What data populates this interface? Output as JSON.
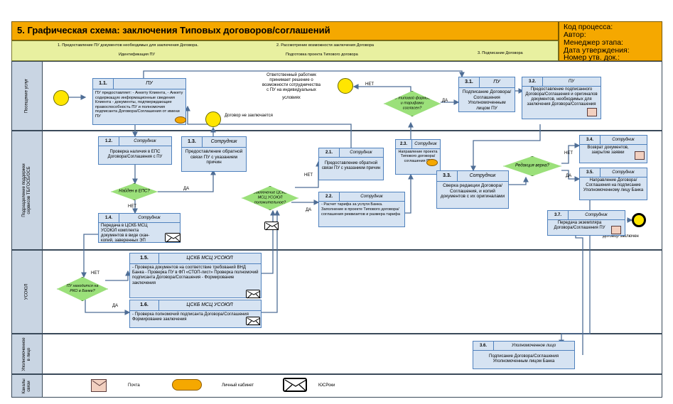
{
  "header": {
    "title": "5. Графическая схема: заключения Типовых договоров/соглашений",
    "meta": [
      "Код процесса:",
      "Автор:",
      "Менеджер этапа:",
      "Дата утверждения:",
      "Номер утв. док.:"
    ]
  },
  "phases": {
    "p1": "1. Предоставление ПУ документов необходимых для заключения Договора.",
    "p2": "2. Рассмотрение возможности заключения Договора",
    "p3": "3. Подписание Договора",
    "sub1": "Идентификация ПУ",
    "sub2": "Подготовка проекта Типового договора"
  },
  "lanes": {
    "l1": "Посещение услуг",
    "l2a": "Подразделение поддержки",
    "l2b": "сервисов ТБ/ГОСБ/ОСБ",
    "l3": "УСОЮЛ",
    "l4a": "Уполномоченное",
    "l4b": "в лицо",
    "l5a": "Каналы",
    "l5b": "связи"
  },
  "boxes": {
    "b11": {
      "num": "1.1.",
      "role": "ПУ",
      "text": "ПУ предоставляет: - Анкету Клиента, - Анкету содержащую информационные сведения Клиента - документы, подтверждающие правоспособность ПУ и полномочия подписанта Договора/Соглашения от имени ПУ"
    },
    "b12": {
      "num": "1.2.",
      "role": "Сотрудник",
      "text": "Проверка наличия в ЕПС Договора/Соглашения с ПУ"
    },
    "b13": {
      "num": "1.3.",
      "role": "Сотрудник",
      "text": "Предоставление обратной связи ПУ с указанием причин"
    },
    "b14": {
      "num": "1.4.",
      "role": "Сотрудник",
      "text": "Передача в ЦСКБ МСЦ УСОЮЛ комплекта документов в виде скан-копий, заверенных ЭП"
    },
    "b15": {
      "num": "1.5.",
      "role": "ЦСКБ МСЦ УСОЮЛ",
      "text": "- Проверка документов на соответствие требований ВНД Банка - Проверка ПУ в ФП «СТОП-лист» Проверка полномочий подписанта Договора/Соглашения - Формирование заключения"
    },
    "b16": {
      "num": "1.6.",
      "role": "ЦСКБ МСЦ УСОЮЛ",
      "text": "- Проверка полномочий подписанта Договора/Соглашения Формирование заключения"
    },
    "b21": {
      "num": "2.1.",
      "role": "Сотрудник",
      "text": "Предоставление обратной связи ПУ с указанием причин"
    },
    "b22": {
      "num": "2.2.",
      "role": "Сотрудник",
      "text": "- Расчет тарифа за услуги Банка. Заполнение в проекте Типового договора/соглашения реквизитов и размера тарифа"
    },
    "b23": {
      "num": "2.3.",
      "role": "Сотрудник",
      "text": "Направление проекта Типового договора/ соглашения ПУ"
    },
    "b31": {
      "num": "3.1.",
      "role": "ПУ",
      "text": "Подписание Договора/Соглашения Уполномоченным лицом ПУ"
    },
    "b32": {
      "num": "3.2.",
      "role": "ПУ",
      "text": "Предоставление подписанного Договора/Соглашения и оригиналов документов, необходимых для заключения Договора/Соглашения"
    },
    "b33": {
      "num": "3.3.",
      "role": "Сотрудник",
      "text": "Сверка редакции Договора/ Соглашения, и копий документов с их оригиналами"
    },
    "b34": {
      "num": "3.4.",
      "role": "Сотрудник",
      "text": "Возврат документов, закрытие заявки"
    },
    "b35": {
      "num": "3.5.",
      "role": "Сотрудник",
      "text": "Направление Договора/ Соглашения на подписание Уполномоченному лицу Банка"
    },
    "b36": {
      "num": "3.6.",
      "role": "Уполномоченное лицо",
      "text": "Подписание Договора/Соглашения Уполномоченным лицом Банка"
    },
    "b37": {
      "num": "3.7.",
      "role": "Сотрудник",
      "text": "Передача экземпляра Договора/Соглашения ПУ"
    }
  },
  "decisions": {
    "d1": "Найден в ЕПС?",
    "d2": "ПУ находится на РКО в Банке?",
    "d3": "Заключение ЦСКБ МСЦ УСОЮЛ положительное?",
    "d4": "С типовой формой и тарифами согласен?",
    "d5": "Редакция верна?"
  },
  "labels": {
    "yes": "ДА",
    "no": "НЕТ",
    "not_concluded": "Договор не заключается",
    "concluded": "Договор заключен",
    "note_line1": "Ответственный работник",
    "note_line2": "принимает решение о",
    "note_line3": "возможности сотрудничества",
    "note_line4": "с ПУ на индивидуальных",
    "note_line5": "условиях"
  },
  "legend": {
    "mail": "Почта",
    "cabinet": "Личный кабинет",
    "ecm": "ЮСРоки"
  },
  "colors": {
    "title": "#F5A800",
    "phases": "#E8F0A0",
    "lane_label": "#C9D5E3",
    "box": "#D6E3F2",
    "decision": "#9BE07A",
    "start": "#FFE600"
  }
}
